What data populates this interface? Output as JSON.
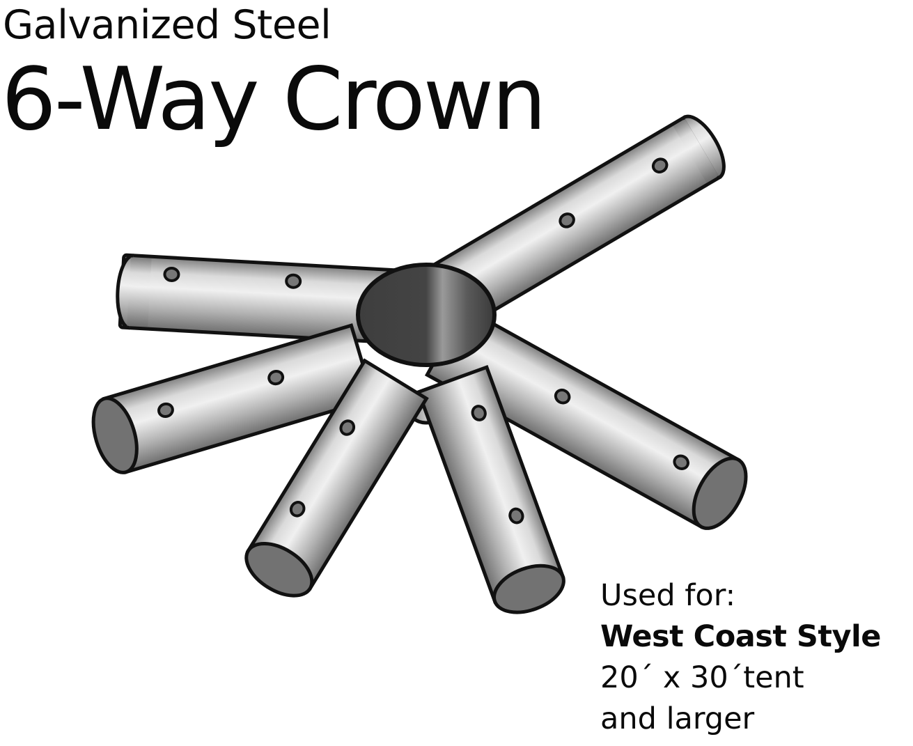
{
  "header": {
    "subtitle": "Galvanized Steel",
    "title": "6-Way Crown"
  },
  "usage": {
    "label": "Used for:",
    "style_name": "West Coast Style",
    "size": "20´ x 30´tent",
    "note": "and larger"
  },
  "colors": {
    "outline": "#111111",
    "hub": "#4d4d4d",
    "tube_light": "#e4e4e4",
    "tube_mid": "#a8a8a8",
    "tube_dark": "#6a6a6a",
    "tube_end": "#767676"
  }
}
